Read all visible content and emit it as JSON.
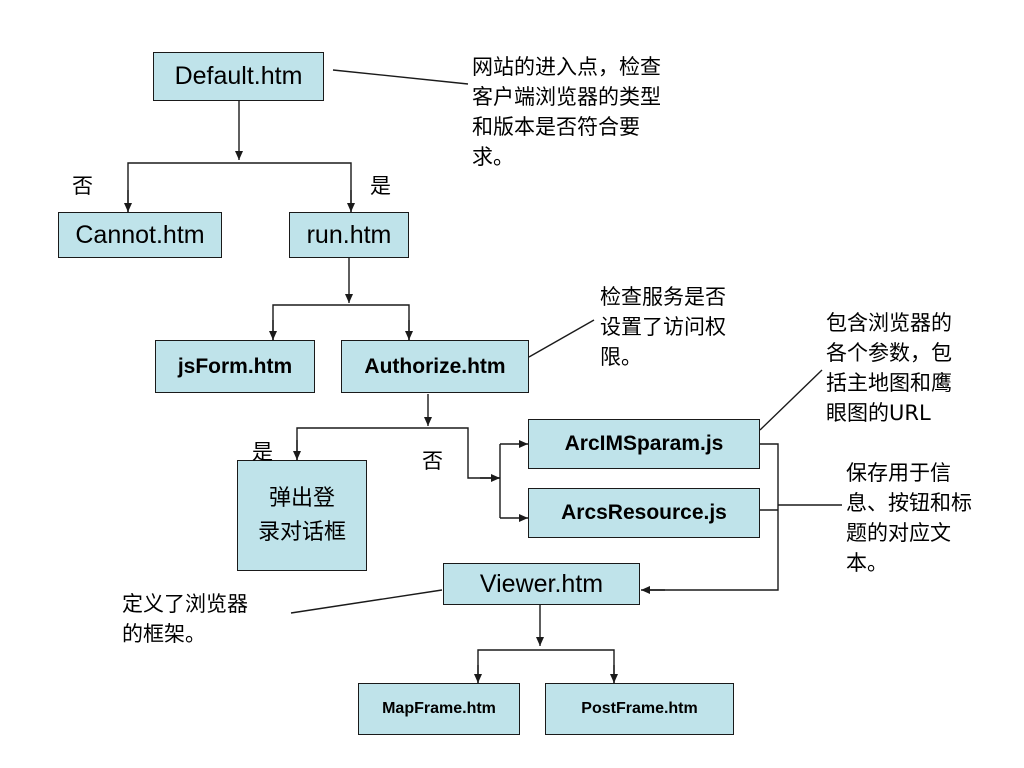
{
  "nodes": {
    "default": "Default.htm",
    "cannot": "Cannot.htm",
    "run": "run.htm",
    "jsform": "jsForm.htm",
    "authorize": "Authorize.htm",
    "login_dialog": "弹出登\n录对话框",
    "arcims_param": "ArcIMSparam.js",
    "arcs_resource": "ArcsResource.js",
    "viewer": "Viewer.htm",
    "map_frame": "MapFrame.htm",
    "post_frame": "PostFrame.htm"
  },
  "labels": {
    "no_left": "否",
    "yes_right": "是",
    "yes_login": "是",
    "no_auth": "否"
  },
  "notes": {
    "entry": "网站的进入点，检查\n客户端浏览器的类型\n和版本是否符合要\n求。",
    "access": "检查服务是否\n设置了访问权\n限。",
    "params": "包含浏览器的\n各个参数，包\n括主地图和鹰\n眼图的URL",
    "resource": "保存用于信\n息、按钮和标\n题的对应文\n本。",
    "frame": "定义了浏览器\n的框架。"
  },
  "colors": {
    "box_fill": "#bfe3ea",
    "line": "#1a1a1a"
  }
}
